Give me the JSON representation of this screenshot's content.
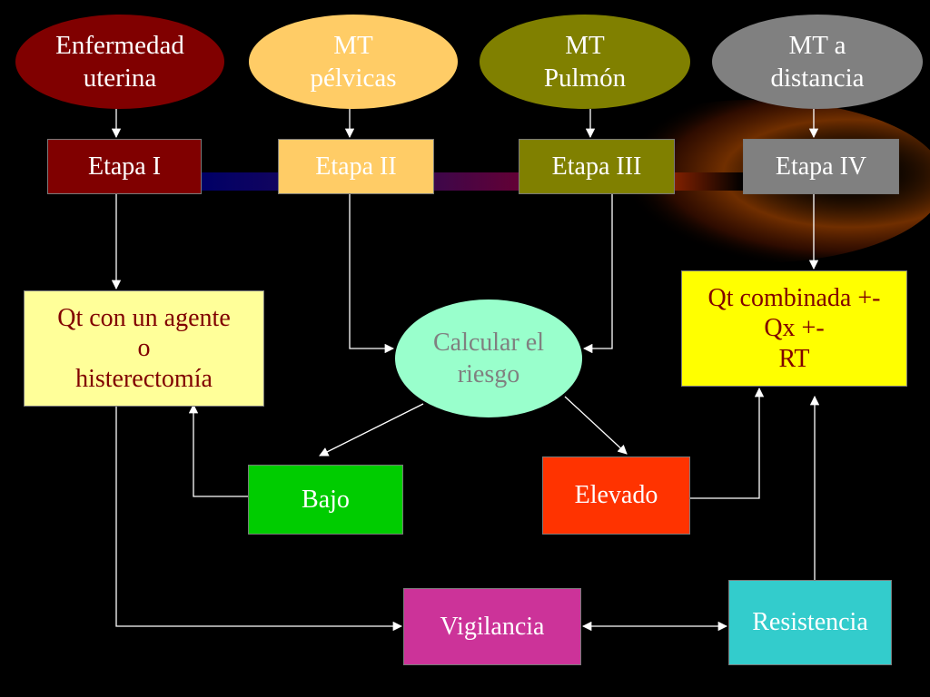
{
  "diagram": {
    "metastasis": {
      "uterina": "Enfermedad\nuterina",
      "pelvicas": "MT\npélvicas",
      "pulmon": "MT\nPulmón",
      "distancia": "MT a\ndistancia"
    },
    "stages": {
      "etapa1": "Etapa I",
      "etapa2": "Etapa II",
      "etapa3": "Etapa III",
      "etapa4": "Etapa IV"
    },
    "treatments": {
      "low_risk": "Qt con un agente\no\nhisterectomía",
      "high_risk": "Qt combinada +-\nQx +-\nRT"
    },
    "risk": {
      "calculate": "Calcular el\nriesgo",
      "low": "Bajo",
      "high": "Elevado"
    },
    "followup": {
      "vigilancia": "Vigilancia",
      "resistencia": "Resistencia"
    }
  },
  "colors": {
    "background": "#000000",
    "connector": "#ffffff",
    "uterina": "#800000",
    "pelvicas": "#ffcc66",
    "pulmon": "#808000",
    "distancia": "#808080",
    "qt_low": "#ffff99",
    "qt_high": "#ffff00",
    "calcular": "#99ffcc",
    "bajo": "#00cc00",
    "elevado": "#ff3300",
    "vigilancia": "#cc3399",
    "resistencia": "#33cccc"
  }
}
